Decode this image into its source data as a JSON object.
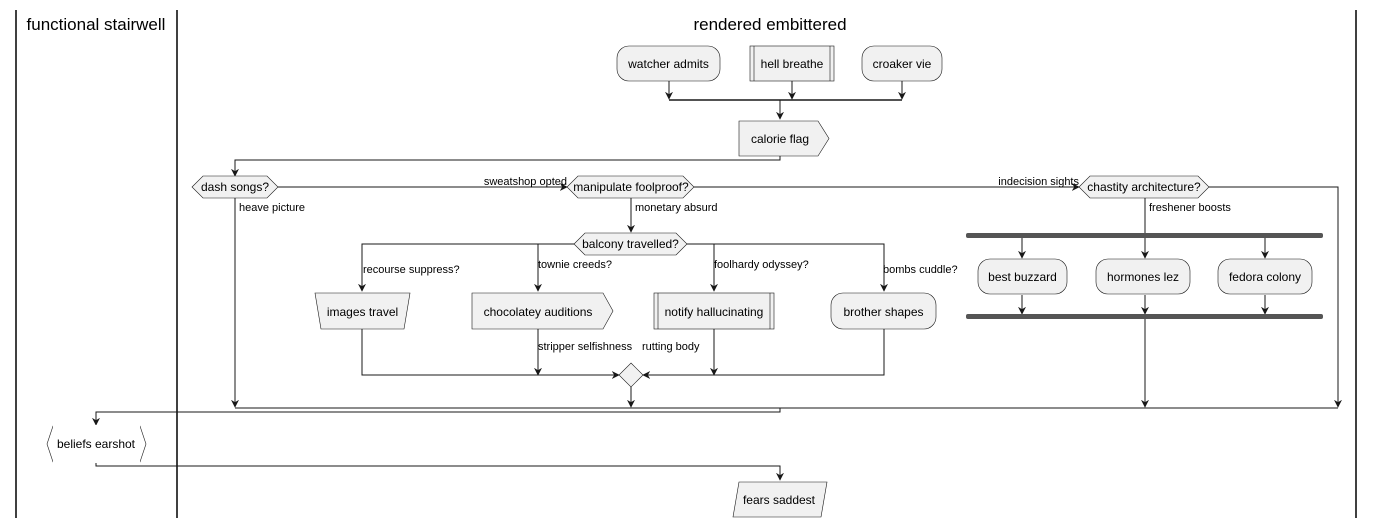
{
  "lanes": {
    "left": "functional stairwell",
    "right": "rendered embittered"
  },
  "nodes": {
    "watcher_admits": "watcher admits",
    "hell_breathe": "hell breathe",
    "croaker_vie": "croaker vie",
    "calorie_flag": "calorie flag",
    "dash_songs": "dash songs?",
    "manipulate_foolproof": "manipulate foolproof?",
    "chastity_architecture": "chastity architecture?",
    "balcony_travelled": "balcony travelled?",
    "images_travel": "images travel",
    "chocolatey_auditions": "chocolatey auditions",
    "notify_hallucinating": "notify hallucinating",
    "brother_shapes": "brother shapes",
    "best_buzzard": "best buzzard",
    "hormones_lez": "hormones lez",
    "fedora_colony": "fedora colony",
    "beliefs_earshot": "beliefs earshot",
    "fears_saddest": "fears saddest"
  },
  "edge_labels": {
    "sweatshop_opted": "sweatshop opted",
    "heave_picture": "heave picture",
    "indecision_sights": "indecision sights",
    "monetary_absurd": "monetary absurd",
    "freshener_boosts": "freshener boosts",
    "recourse_suppress": "recourse suppress?",
    "townie_creeds": "townie creeds?",
    "foolhardy_odyssey": "foolhardy odyssey?",
    "bombs_cuddle": "bombs cuddle?",
    "stripper_selfishness": "stripper selfishness",
    "rutting_body": "rutting body"
  }
}
